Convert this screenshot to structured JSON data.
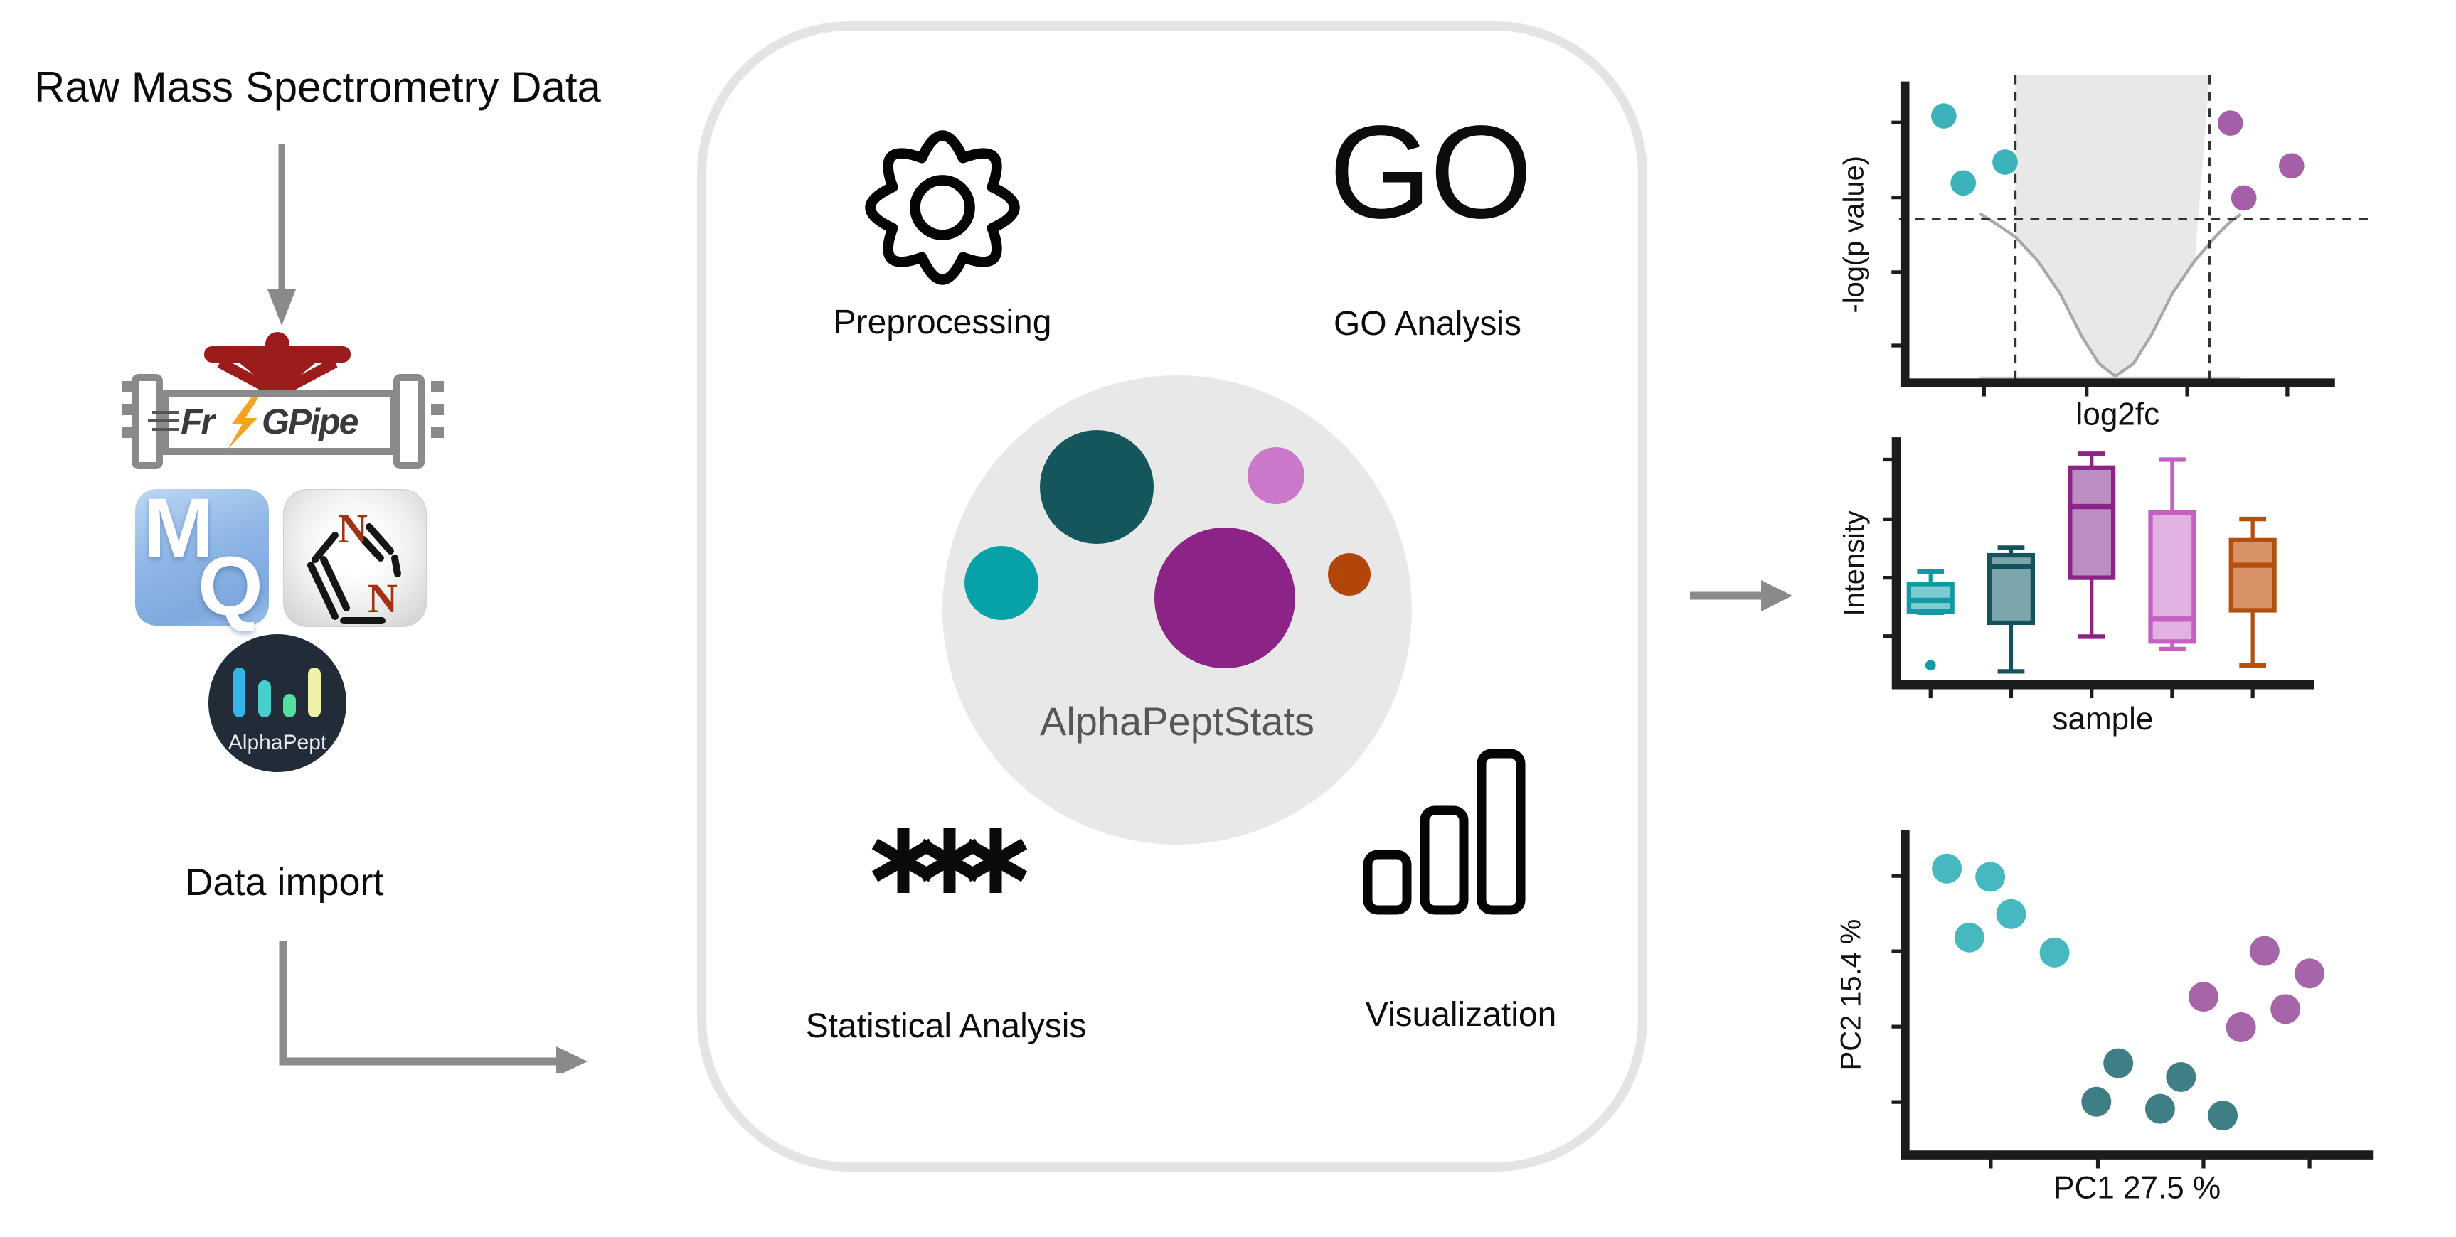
{
  "colors": {
    "box_border": "#e4e4e4",
    "bubble_bg": "#e9e8e8",
    "arrow_gray": "#8a8a8a",
    "teal": "#07a2a8",
    "dark_teal": "#14565c",
    "purple": "#8c2386",
    "orchid": "#ca78ca",
    "rust": "#b34508"
  },
  "left_panel": {
    "title": "Raw Mass Spectrometry Data",
    "data_import_label": "Data import",
    "tools": {
      "fragpipe": {
        "name": "FragPipe",
        "text_left": "Fr",
        "text_right": "GPipe",
        "icon": "pipe-valve-logo"
      },
      "maxquant": {
        "name": "MaxQuant",
        "letter_m": "M",
        "letter_q": "Q"
      },
      "diann": {
        "name": "DIA-NN",
        "atom_top": "N",
        "atom_bottom": "N"
      },
      "alphapept": {
        "name": "AlphaPept",
        "label": "AlphaPept"
      }
    }
  },
  "center_box": {
    "bubble_title": "AlphaPeptStats",
    "features": [
      {
        "label": "Preprocessing",
        "icon": "gear-icon"
      },
      {
        "label": "GO Analysis",
        "icon": "go-text-icon",
        "icon_text": "GO"
      },
      {
        "label": "Statistical Analysis",
        "icon": "asterisks-icon",
        "icon_text": "***"
      },
      {
        "label": "Visualization",
        "icon": "bar-chart-icon"
      }
    ]
  },
  "chart_data": [
    {
      "id": "volcano",
      "type": "scatter",
      "xlabel": "log2fc",
      "ylabel": "-log(p value)",
      "xlim": [
        0,
        10
      ],
      "ylim": [
        0,
        10
      ],
      "xticks": [
        1.87,
        4.3,
        6.68,
        9.05
      ],
      "yticks": [
        1.2,
        3.55,
        5.95,
        8.35
      ],
      "grid": false,
      "legend": "none",
      "thresholds": {
        "x": [
          2.61,
          7.21
        ],
        "y": 5.26
      },
      "shade_top": 9.86,
      "baseline_y": 0.17,
      "curve": [
        [
          1.77,
          5.43
        ],
        [
          2.08,
          5.17
        ],
        [
          2.61,
          4.69
        ],
        [
          3.14,
          3.92
        ],
        [
          3.67,
          2.87
        ],
        [
          4.17,
          1.53
        ],
        [
          4.59,
          0.62
        ],
        [
          4.98,
          0.215
        ],
        [
          5.41,
          0.62
        ],
        [
          5.83,
          1.53
        ],
        [
          6.33,
          2.87
        ],
        [
          6.86,
          3.92
        ],
        [
          7.35,
          4.69
        ],
        [
          7.7,
          5.17
        ],
        [
          7.95,
          5.41
        ]
      ],
      "series": [
        {
          "name": "significant-left",
          "color": "#3cb3ba",
          "points": [
            [
              0.92,
              8.56
            ],
            [
              2.37,
              7.08
            ],
            [
              1.38,
              6.41
            ]
          ]
        },
        {
          "name": "significant-right",
          "color": "#a55fa8",
          "points": [
            [
              7.7,
              8.33
            ],
            [
              9.15,
              6.96
            ],
            [
              8.02,
              5.93
            ]
          ]
        }
      ]
    },
    {
      "id": "intensity-boxplot",
      "type": "box",
      "xlabel": "sample",
      "ylabel": "Intensity",
      "ylim": [
        0,
        10
      ],
      "yticks": [
        2.0,
        4.4,
        6.8,
        9.25
      ],
      "grid": false,
      "legend": "none",
      "boxes": [
        {
          "fill": "#7cccd2",
          "stroke": "#119aa3",
          "low": 2.96,
          "q1": 3.01,
          "median": 3.47,
          "q3": 4.14,
          "high": 4.65,
          "outliers": [
            0.8
          ]
        },
        {
          "fill": "#7ca6ab",
          "stroke": "#14525c",
          "low": 0.55,
          "q1": 2.55,
          "median": 4.86,
          "q3": 5.32,
          "high": 5.63,
          "outliers": []
        },
        {
          "fill": "#bb8dc3",
          "stroke": "#8c2386",
          "low": 1.98,
          "q1": 4.4,
          "median": 7.32,
          "q3": 8.92,
          "high": 9.49,
          "outliers": []
        },
        {
          "fill": "#e0b1e1",
          "stroke": "#c45fc4",
          "low": 1.47,
          "q1": 1.78,
          "median": 2.7,
          "q3": 7.07,
          "high": 9.25,
          "outliers": []
        },
        {
          "fill": "#d79267",
          "stroke": "#b4500e",
          "low": 0.8,
          "q1": 3.06,
          "median": 4.91,
          "q3": 5.94,
          "high": 6.81,
          "outliers": []
        }
      ]
    },
    {
      "id": "pca",
      "type": "scatter",
      "xlabel": "PC1 27.5 %",
      "ylabel": "PC2 15.4 %",
      "xlim": [
        0,
        10
      ],
      "ylim": [
        0,
        10
      ],
      "xticks": [
        1.6,
        3.6,
        5.57,
        7.55
      ],
      "yticks": [
        1.65,
        4.0,
        6.35,
        8.7
      ],
      "grid": false,
      "legend": "none",
      "series": [
        {
          "name": "group-teal",
          "color": "#46b8bf",
          "points": [
            [
              0.78,
              8.93
            ],
            [
              1.59,
              8.67
            ],
            [
              1.98,
              7.51
            ],
            [
              1.2,
              6.78
            ],
            [
              2.79,
              6.31
            ]
          ]
        },
        {
          "name": "group-darkteal",
          "color": "#3f7e84",
          "points": [
            [
              3.98,
              2.86
            ],
            [
              3.57,
              1.66
            ],
            [
              5.15,
              2.43
            ],
            [
              4.76,
              1.44
            ],
            [
              5.93,
              1.23
            ]
          ]
        },
        {
          "name": "group-purple",
          "color": "#a765a9",
          "points": [
            [
              6.71,
              6.36
            ],
            [
              7.55,
              5.66
            ],
            [
              5.57,
              4.93
            ],
            [
              7.1,
              4.55
            ],
            [
              6.27,
              3.98
            ]
          ]
        }
      ]
    }
  ]
}
